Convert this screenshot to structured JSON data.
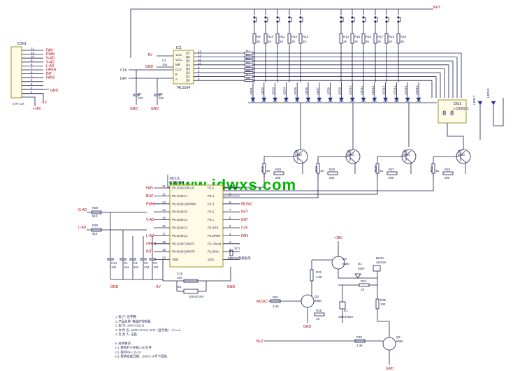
{
  "watermark": "www.jdwxs.com",
  "key_label": "KEY",
  "conn": {
    "title": "CON1",
    "pins": [
      "12",
      "11",
      "10",
      "9",
      "8",
      "7",
      "6",
      "5",
      "4",
      "3",
      "2",
      "1"
    ],
    "nets": [
      "FAN",
      "PWM",
      "G-AD",
      "V-AD",
      "L-AD",
      "OPEN",
      "INT",
      "FAN2",
      "",
      "",
      "",
      ""
    ],
    "part": "3.96-12A",
    "gnd": "GND",
    "v18": "+18V",
    "v5": "-5V"
  },
  "ic1": {
    "title": "IC1",
    "part": "74LS164",
    "left_pins": [
      "VCC",
      "VCC",
      "MR",
      "CLK",
      "B",
      "A"
    ],
    "right_pins": [
      "Q7",
      "Q6",
      "Q5",
      "Q4",
      "Q3",
      "Q2",
      "Q1",
      "Q0"
    ],
    "right_nums": [
      "13",
      "12",
      "11",
      "10",
      "6",
      "5",
      "4",
      "3"
    ],
    "clk_net": "CLK",
    "dat_net": "DAT",
    "v5": "-5V",
    "gnd": "GND",
    "c7": "C7",
    "c7v": "102",
    "c8": "C8",
    "c8v": "102",
    "c2": "C2",
    "c2v": "104"
  },
  "bus_resistors": [
    "R1",
    "R2",
    "R3",
    "R4",
    "R5",
    "R6",
    "R7",
    "R8"
  ],
  "key_resistors_left": {
    "names": [
      "R9",
      "R10",
      "R11",
      "R12",
      "R13"
    ],
    "values": [
      "2K",
      "2K",
      "2K",
      "2K",
      "2K"
    ]
  },
  "key_resistors_right": {
    "names": [
      "R14",
      "R15",
      "R16",
      "R17",
      "R18",
      "R19"
    ],
    "values": [
      "2K",
      "2K",
      "2K",
      "2K",
      "2K",
      "2K"
    ]
  },
  "leds": [
    "LED1",
    "LED2",
    "LED3",
    "LED4",
    "LED5",
    "LED6",
    "LED7",
    "LED8",
    "LED9",
    "LED10",
    "LED11",
    "LED12",
    "LED13",
    "LED14",
    "LED15",
    "LED16"
  ],
  "led17": "LED17",
  "led18": "LED18",
  "display": {
    "name": "DIS1",
    "part": "LC5002-1"
  },
  "transistors_top": [
    {
      "name": "Q1",
      "part": "8050",
      "rb": "R26",
      "rbv": "1K",
      "re": "R25",
      "rev": "200"
    },
    {
      "name": "Q2",
      "part": "8050",
      "rb": "R29",
      "rbv": "1K",
      "re": "R20",
      "rev": "200"
    },
    {
      "name": "Q6",
      "part": "8050",
      "rb": "R28",
      "rbv": "1K",
      "re": "R27",
      "rev": "200"
    },
    {
      "name": "Q7",
      "part": "8050",
      "rb": "R21",
      "rbv": "1K",
      "re": "R28",
      "rev": "200"
    }
  ],
  "mcu": {
    "title": "MCU1",
    "part": "S3F9454",
    "left": [
      {
        "net": "FAN",
        "pin": "11",
        "name": "P0.2/ADC0/CLO"
      },
      {
        "net": "BUZ",
        "pin": "12",
        "name": "P0.7/ADC7"
      },
      {
        "net": "PWM",
        "pin": "13",
        "name": "P0.6/ADC6/PWM"
      },
      {
        "net": "",
        "pin": "14",
        "name": "P0.5/ADC5"
      },
      {
        "net": "V-AD",
        "pin": "15",
        "name": "P0.4/ADC4"
      },
      {
        "net": "",
        "pin": "16",
        "name": "P0.3/ADC3"
      },
      {
        "net": "L-AD",
        "pin": "17",
        "name": "P0.2/ADC2"
      },
      {
        "net": "OPEN",
        "pin": "18",
        "name": "P0.1/ADC1/INT1"
      },
      {
        "net": "INT",
        "pin": "19",
        "name": "P0.0/ADC0/INT0"
      },
      {
        "net": "",
        "pin": "20",
        "name": "VDD"
      }
    ],
    "right": [
      {
        "net": "",
        "pin": "10",
        "name": "P2.5"
      },
      {
        "net": "",
        "pin": "9",
        "name": "P2.4"
      },
      {
        "net": "MUSIC",
        "pin": "8",
        "name": "P2.3"
      },
      {
        "net": "KEY",
        "pin": "7",
        "name": "P2.2"
      },
      {
        "net": "DAT",
        "pin": "6",
        "name": "P2.1"
      },
      {
        "net": "CLK",
        "pin": "5",
        "name": "P2.0/T0"
      },
      {
        "net": "FAN",
        "pin": "4",
        "name": "P1.2/RST"
      },
      {
        "net": "",
        "pin": "3",
        "name": "P1.1/Xout"
      },
      {
        "net": "",
        "pin": "2",
        "name": "P1.0/Xin"
      },
      {
        "net": "",
        "pin": "1",
        "name": "VSS"
      }
    ],
    "gad": "G-AD",
    "lad": "L-AD",
    "r29": "R29",
    "r29v": "510",
    "r30": "R30",
    "r30v": "510",
    "xtal": "XC1",
    "xtalv": "8.0MHz陶瓷振荡",
    "c_names": [
      "C14",
      "C4",
      "C4",
      "C5",
      "C3",
      "C15"
    ],
    "c_val": "104",
    "e1": "E1",
    "e1v": "100uF/16V",
    "gnd": "GND",
    "v5": "-5V"
  },
  "audio": {
    "v18": "+18V",
    "q4": "Q4",
    "q4v": "8550",
    "q3": "Q3",
    "q3v": "8050",
    "r31": "R31",
    "r31v": "3.3K",
    "r32": "R32",
    "r32v": "3.3K",
    "r34": "R34",
    "r34v": "1K",
    "r35": "R35",
    "r35v": "1K",
    "r36": "R36",
    "r36v": "100",
    "buz": "BUZ1",
    "buzv": "4K3/16",
    "d1": "D1",
    "d1v": "4007",
    "e1": "E1",
    "e1v": "100uF/25V",
    "music": "MUSIC",
    "buz_net": "BUZ",
    "r33": "R33",
    "r33v": "3.3K",
    "q5": "Q5",
    "q5v": "8050",
    "gnd": "GND",
    "gnd2": "GND"
  },
  "notes": {
    "lines": [
      "1. 客    户:  光宇腾",
      "2. 产品名称:  电磁炉控制板",
      "3. 型    号:  AMT-CE2131",
      "4. 文 件 名:  AMT-CE2131-SCH（显示板）-V1.sch",
      "5. 负 责 人:  王磊",
      "",
      "6. 技术要求:",
      "  [1]. 转制打十条板CAD文件",
      "  [2]. 板材FR-1 16.10.",
      "  [3]. 要求完成日期：2008-5-18号下班前."
    ]
  }
}
